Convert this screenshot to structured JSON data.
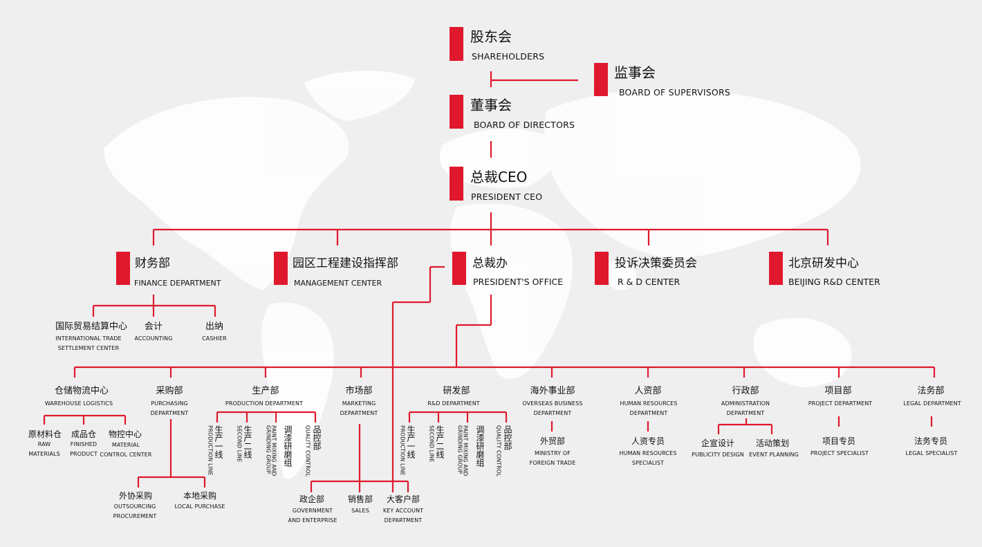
{
  "colors": {
    "accent": "#e0182d",
    "background": "#efefef",
    "map": "#ffffff"
  },
  "top": {
    "shareholders": {
      "zh": "股东会",
      "en": "SHAREHOLDERS"
    },
    "supervisors": {
      "zh": "监事会",
      "en": "BOARD OF SUPERVISORS"
    },
    "directors": {
      "zh": "董事会",
      "en": "BOARD OF DIRECTORS"
    },
    "ceo": {
      "zh": "总裁CEO",
      "en": "PRESIDENT CEO"
    }
  },
  "level2": {
    "finance": {
      "zh": "财务部",
      "en": "FINANCE DEPARTMENT"
    },
    "management": {
      "zh": "园区工程建设指挥部",
      "en": "MANAGEMENT CENTER"
    },
    "office": {
      "zh": "总裁办",
      "en": "PRESIDENT'S OFFICE"
    },
    "rd": {
      "zh": "投诉决策委员会",
      "en": "R & D CENTER"
    },
    "beijing": {
      "zh": "北京研发中心",
      "en": "BEIJING R&D CENTER"
    }
  },
  "finance_subs": {
    "intl": {
      "zh": "国际贸易结算中心",
      "en1": "INTERNATIONAL TRADE",
      "en2": "SETTLEMENT CENTER"
    },
    "accounting": {
      "zh": "会计",
      "en": "ACCOUNTING"
    },
    "cashier": {
      "zh": "出纳",
      "en": "CASHIER"
    }
  },
  "depts": {
    "warehouse": {
      "zh": "仓储物流中心",
      "en1": "WAREHOUSE LOGISTICS"
    },
    "purchasing": {
      "zh": "采购部",
      "en1": "PURCHASING",
      "en2": "DEPARTMENT"
    },
    "production": {
      "zh": "生产部",
      "en1": "PRODUCTION DEPARTMENT"
    },
    "marketing": {
      "zh": "市场部",
      "en1": "MARKETING",
      "en2": "DEPARTMENT"
    },
    "rnd": {
      "zh": "研发部",
      "en1": "R&D DEPARTMENT"
    },
    "overseas": {
      "zh": "海外事业部",
      "en1": "OVERSEAS BUSINESS",
      "en2": "DEPARTMENT"
    },
    "hr": {
      "zh": "人资部",
      "en1": "HUMAN RESOURCES",
      "en2": "DEPARTMENT"
    },
    "admin": {
      "zh": "行政部",
      "en1": "ADMINISTRATION",
      "en2": "DEPARTMENT"
    },
    "project": {
      "zh": "项目部",
      "en1": "PROJECT DEPARTMENT"
    },
    "legal": {
      "zh": "法务部",
      "en1": "LEGAL DEPARTMENT"
    }
  },
  "warehouse_subs": {
    "raw": {
      "zh": "原材料仓",
      "en1": "RAW",
      "en2": "MATERIALS"
    },
    "finished": {
      "zh": "成品仓",
      "en1": "FINISHED",
      "en2": "PRODUCT"
    },
    "material": {
      "zh": "物控中心",
      "en1": "MATERIAL",
      "en2": "CONTROL CENTER"
    }
  },
  "purchasing_subs": {
    "outsourcing": {
      "zh": "外协采购",
      "en1": "OUTSOURCING",
      "en2": "PROCUREMENT"
    },
    "local": {
      "zh": "本地采购",
      "en1": "LOCAL PURCHASE"
    }
  },
  "vertical": {
    "line1_zh": "生产一线",
    "line1_en": "PRODUCTION LINE",
    "line2_zh": "生产二线",
    "line2_en": "SECOND LINE",
    "paint_zh": "调漆研磨组",
    "paint_en1": "PAINT MIXING AND",
    "paint_en2": "GRINDING GROUP",
    "qc_zh": "品控部",
    "qc_en": "QUALITY CONTROL"
  },
  "marketing_subs": {
    "gov": {
      "zh": "政企部",
      "en1": "GOVERNMENT",
      "en2": "AND ENTERPRISE"
    },
    "sales": {
      "zh": "销售部",
      "en1": "SALES"
    },
    "key": {
      "zh": "大客户部",
      "en1": "KEY ACCOUNT",
      "en2": "DEPARTMENT"
    }
  },
  "overseas_sub": {
    "zh": "外贸部",
    "en1": "MINISTRY OF",
    "en2": "FOREIGN TRADE"
  },
  "hr_sub": {
    "zh": "人资专员",
    "en1": "HUMAN RESOURCES",
    "en2": "SPECIALIST"
  },
  "admin_subs": {
    "design": {
      "zh": "企宣设计",
      "en1": "PUBLICITY DESIGN"
    },
    "event": {
      "zh": "活动策划",
      "en1": "EVENT PLANNING"
    }
  },
  "project_sub": {
    "zh": "项目专员",
    "en1": "PROJECT SPECIALIST"
  },
  "legal_sub": {
    "zh": "法务专员",
    "en1": "LEGAL SPECIALIST"
  }
}
